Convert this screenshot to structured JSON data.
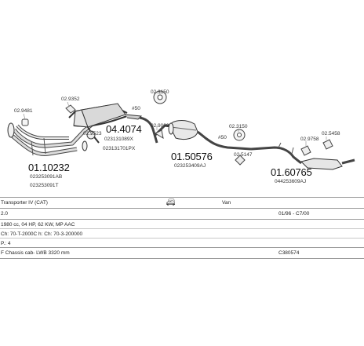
{
  "parts": {
    "p1": {
      "number": "01.10232",
      "sub1": "023253091AB",
      "sub2": "023253091T"
    },
    "p2": {
      "number": "04.4074",
      "sub1": "023131089X",
      "sub2": "023131701PX"
    },
    "p3": {
      "number": "01.50576",
      "sub1": "023253409AJ"
    },
    "p4": {
      "number": "01.60765",
      "sub1": "044253609AJ"
    }
  },
  "clamps": {
    "c1": "02.9481",
    "c2": "02.9352",
    "c3": "02.9523",
    "c4": "02.3150",
    "c5": "02.9032",
    "c6": "02.3150",
    "c7": "02.5147",
    "c8": "02.9758",
    "c9": "02.5458"
  },
  "markers": {
    "m1": "#50",
    "m2": "#50"
  },
  "vehicle": {
    "model": "Transporter IV (CAT)",
    "body": "Van",
    "engine_size": "2.0",
    "dates": "01/96 - C7/00",
    "engine_spec": "1980 cc, 04 HP, 62 KW, MP AAC",
    "chassis_range": "Ch: 70-T-2000C h: Ch: 70-3-200000",
    "cylinders": "P.: 4",
    "chassis_desc": "F Chassis cab- LWB 3320 mm",
    "ref_code": "C380574"
  }
}
